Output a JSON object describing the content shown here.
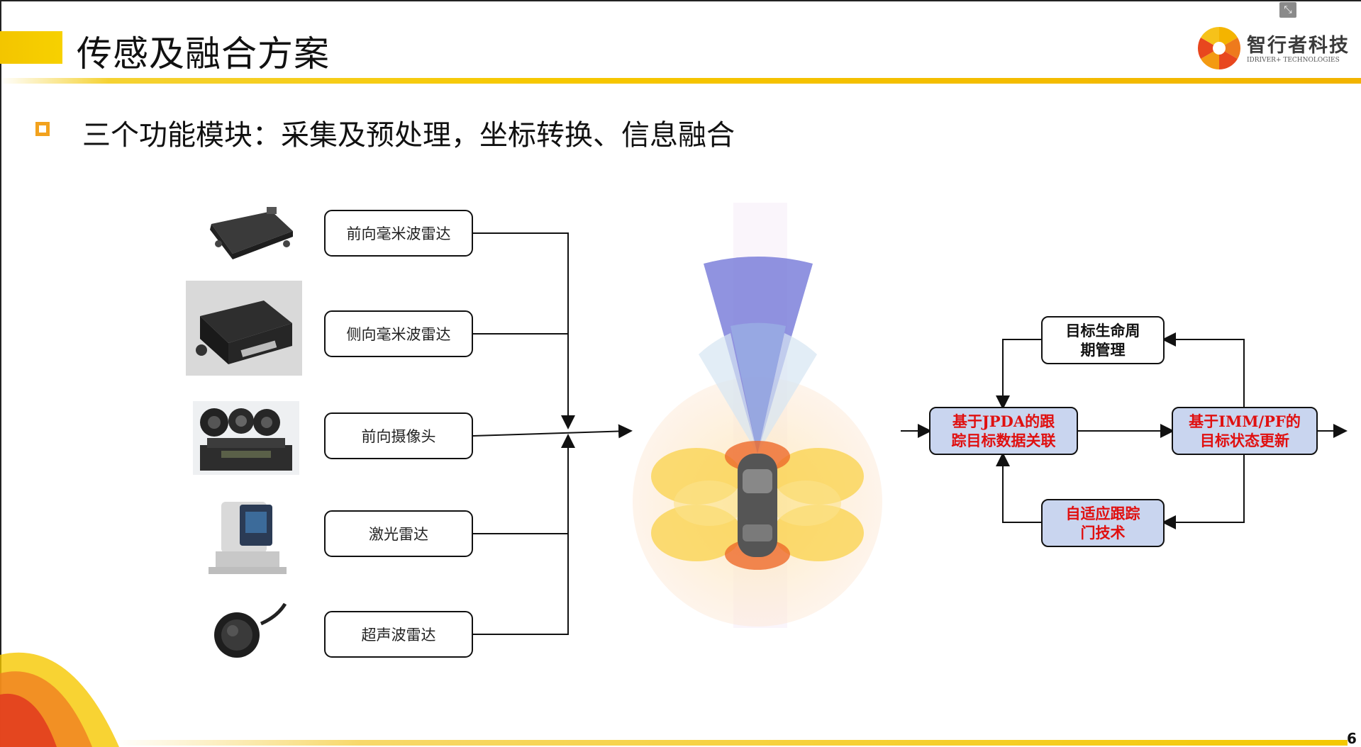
{
  "slide": {
    "title": "传感及融合方案",
    "subtitle": "三个功能模块：采集及预处理，坐标转换、信息融合",
    "page_number": "6"
  },
  "logo": {
    "name": "智行者科技",
    "sub": "IDRIVER+ TECHNOLOGIES"
  },
  "sensors": [
    {
      "label": "前向毫米波雷达",
      "icon": "radar-module-icon"
    },
    {
      "label": "侧向毫米波雷达",
      "icon": "radar-box-icon"
    },
    {
      "label": "前向摄像头",
      "icon": "stereo-camera-icon"
    },
    {
      "label": "激光雷达",
      "icon": "lidar-icon"
    },
    {
      "label": "超声波雷达",
      "icon": "ultrasonic-sensor-icon"
    }
  ],
  "fusion": {
    "lifecycle": "目标生命周\n期管理",
    "association": "基于JPDA的跟\n踪目标数据关联",
    "state_update": "基于IMM/PF的\n目标状态更新",
    "gating": "自适应跟踪\n门技术"
  },
  "colors": {
    "accent_yellow": "#f6c800",
    "bullet_orange": "#f2a21e",
    "fusion_box_fill": "#c9d5ef",
    "fusion_text_red": "#e01010"
  }
}
